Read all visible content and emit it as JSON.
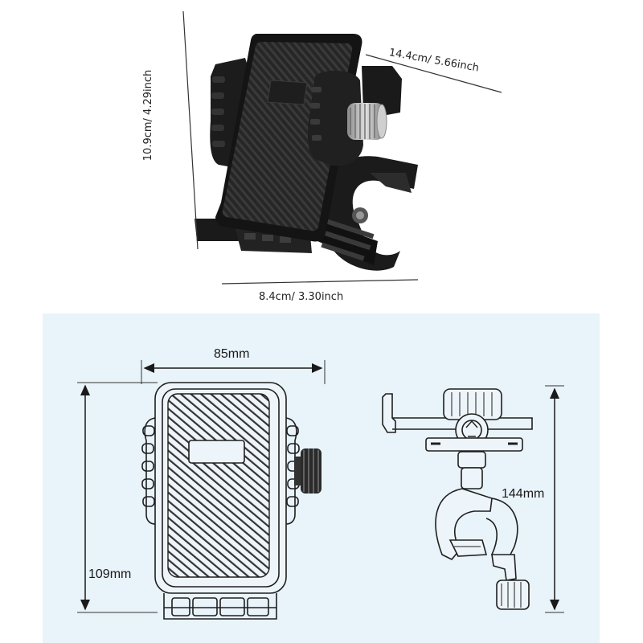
{
  "top_dimensions": {
    "width": "8.4cm/ 3.30inch",
    "height": "10.9cm/ 4.29inch",
    "depth": "14.4cm/ 5.66inch"
  },
  "technical_drawing": {
    "front_width": "85mm",
    "front_height": "109mm",
    "side_height": "144mm"
  },
  "colors": {
    "product_body": "#2b2b2b",
    "product_dark": "#161616",
    "panel_background": "#e9f3fa",
    "line_art": "#2a2a2a"
  }
}
